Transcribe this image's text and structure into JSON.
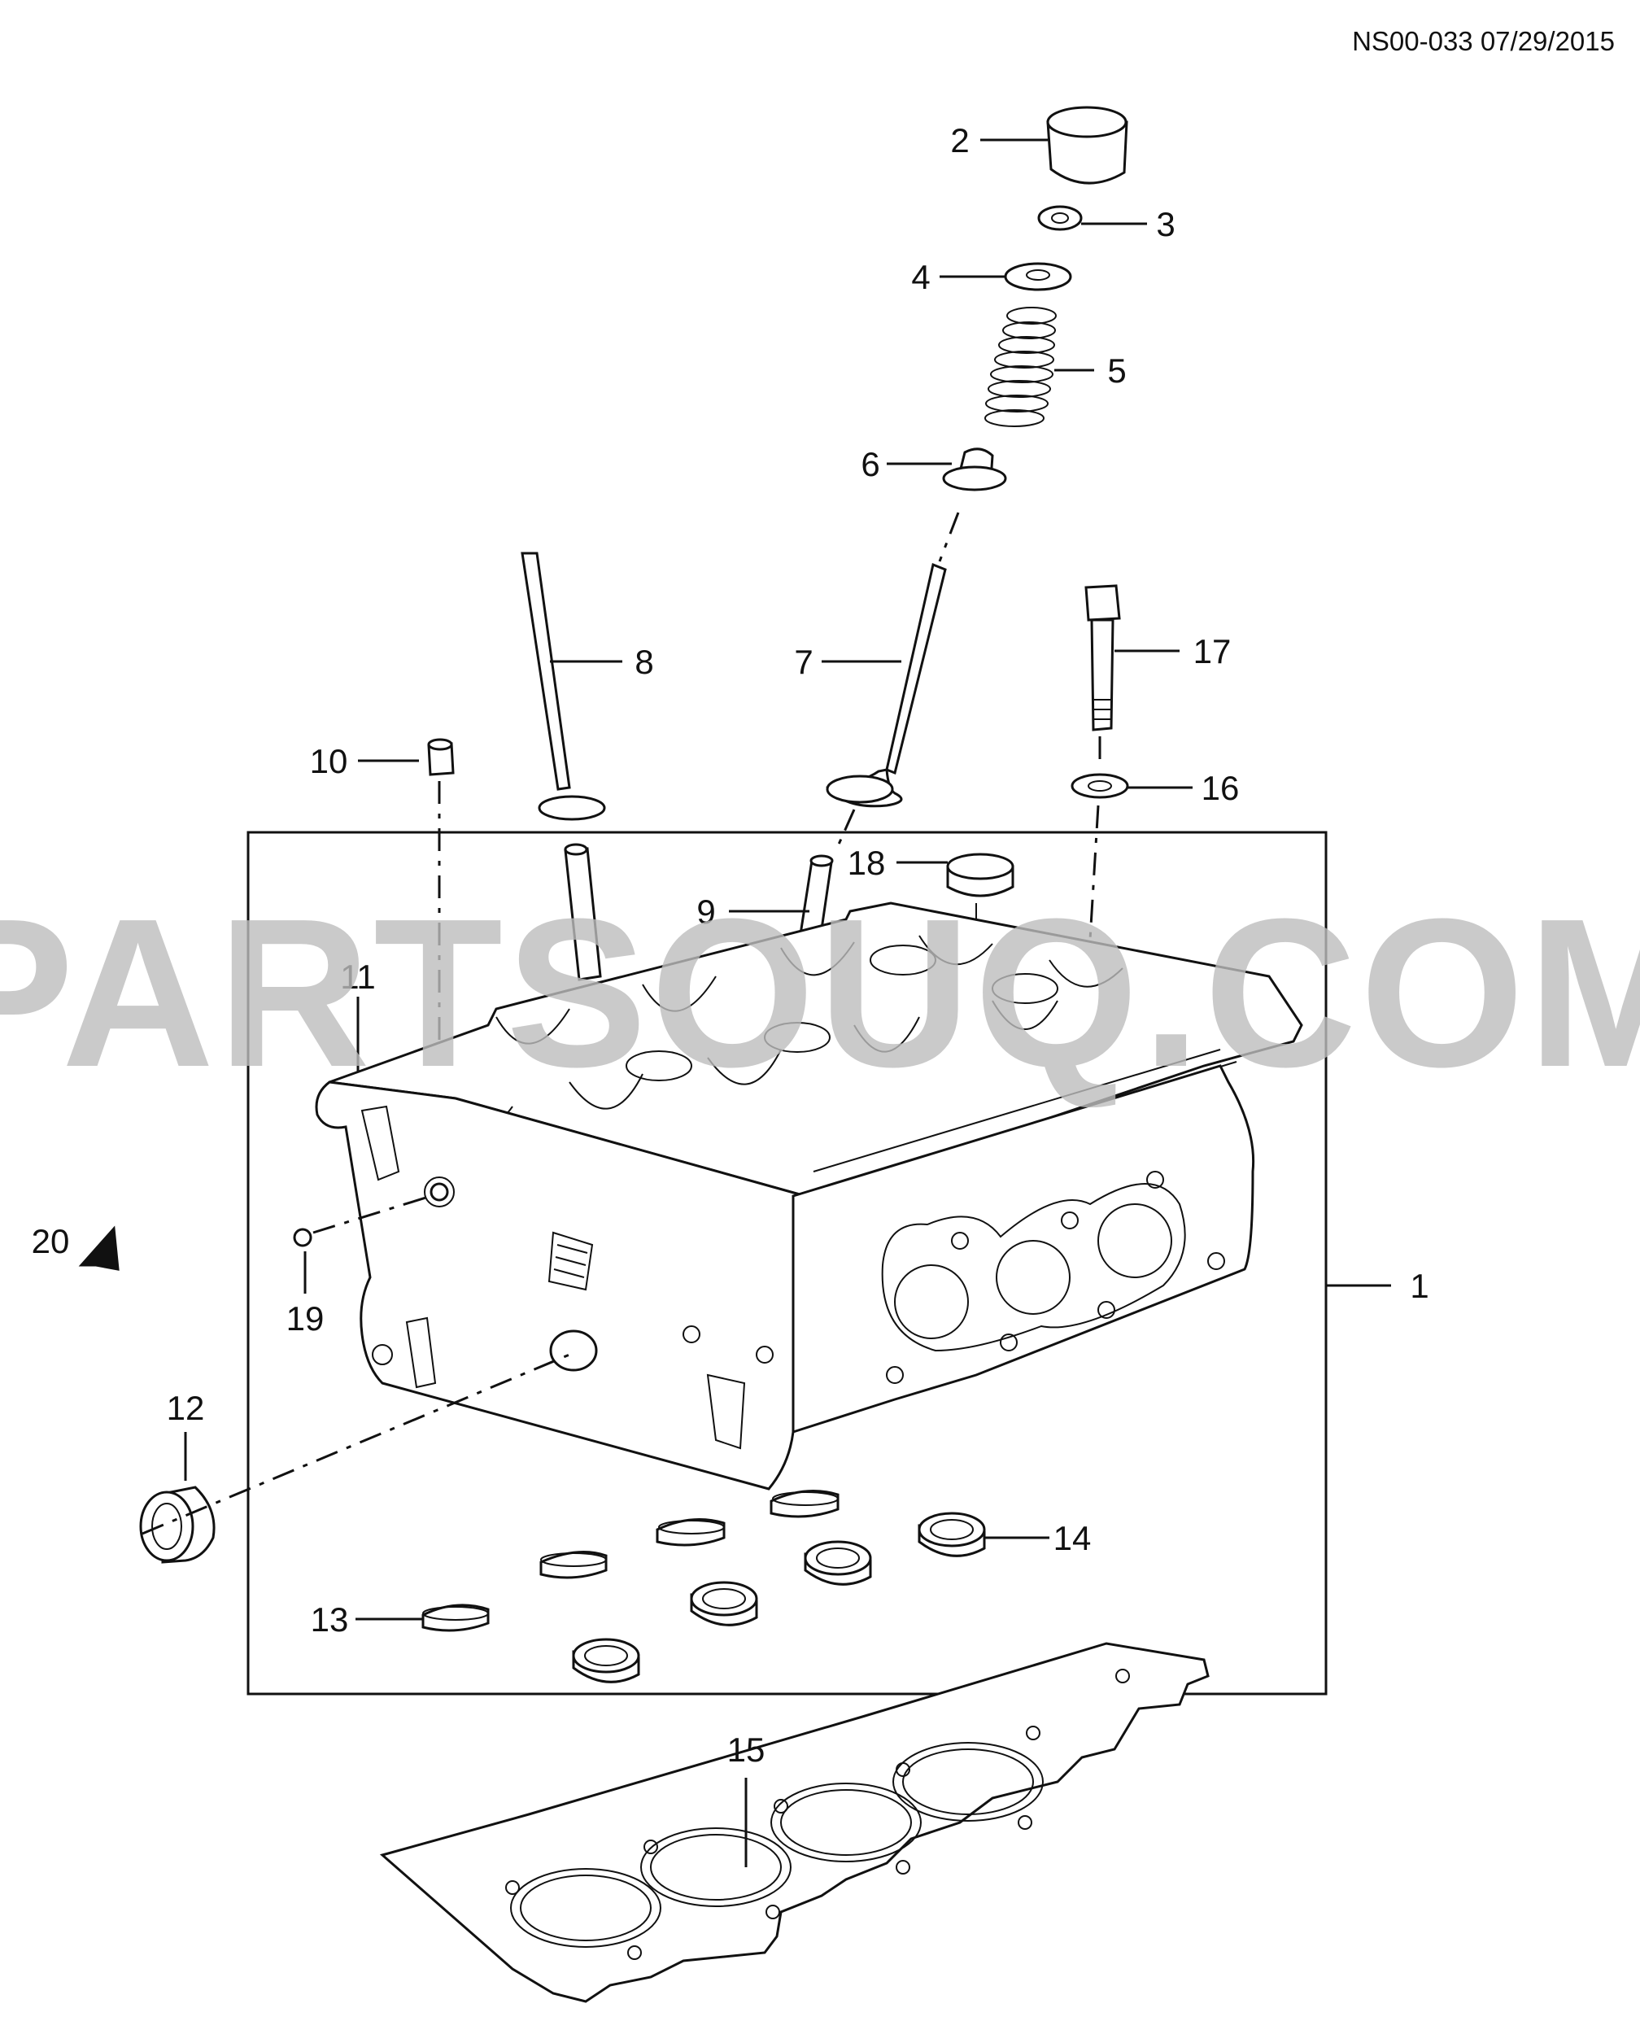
{
  "header": {
    "code": "NS00-033 07/29/2015"
  },
  "watermark": {
    "text": "PARTSOUQ.COM"
  },
  "callouts": {
    "p1": "1",
    "p2": "2",
    "p3": "3",
    "p4": "4",
    "p5": "5",
    "p6": "6",
    "p7": "7",
    "p8": "8",
    "p9": "9",
    "p10": "10",
    "p11": "11",
    "p12": "12",
    "p13": "13",
    "p14": "14",
    "p15": "15",
    "p16": "16",
    "p17": "17",
    "p18": "18",
    "p19": "19",
    "p20": "20"
  },
  "colors": {
    "line": "#111111",
    "watermark": "#bdbdbd",
    "background": "#ffffff"
  }
}
